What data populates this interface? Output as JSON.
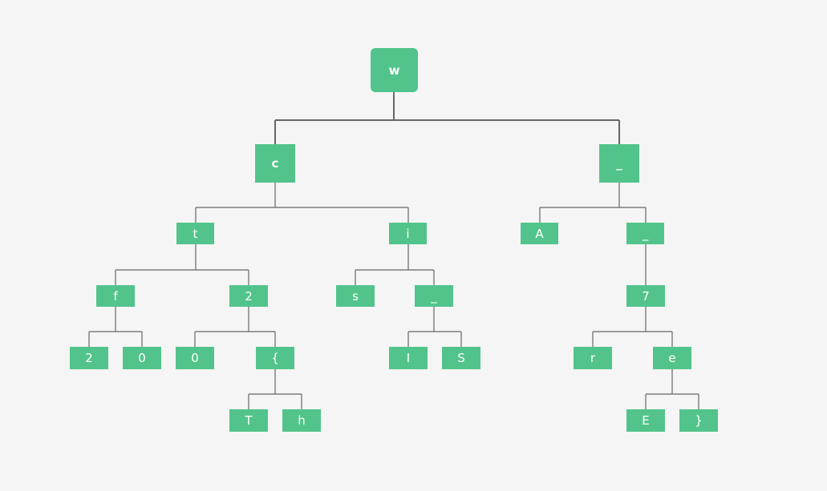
{
  "colors": {
    "background": "#f5f5f5",
    "node_fill": "#52c48b",
    "node_text": "#ffffff",
    "connector": "#666666"
  },
  "tree": {
    "label": "w",
    "children": [
      {
        "label": "c",
        "children": [
          {
            "label": "t",
            "children": [
              {
                "label": "f",
                "children": [
                  {
                    "label": "2"
                  },
                  {
                    "label": "0"
                  }
                ]
              },
              {
                "label": "2",
                "children": [
                  {
                    "label": "0"
                  },
                  {
                    "label": "{",
                    "children": [
                      {
                        "label": "T"
                      },
                      {
                        "label": "h"
                      }
                    ]
                  }
                ]
              }
            ]
          },
          {
            "label": "i",
            "children": [
              {
                "label": "s"
              },
              {
                "label": "_",
                "children": [
                  {
                    "label": "I"
                  },
                  {
                    "label": "S"
                  }
                ]
              }
            ]
          }
        ]
      },
      {
        "label": "_",
        "children": [
          {
            "label": "A"
          },
          {
            "label": "_",
            "children": [
              {
                "label": "7",
                "children": [
                  {
                    "label": "r"
                  },
                  {
                    "label": "e",
                    "children": [
                      {
                        "label": "E"
                      },
                      {
                        "label": "}"
                      }
                    ]
                  }
                ]
              }
            ]
          }
        ]
      }
    ]
  }
}
